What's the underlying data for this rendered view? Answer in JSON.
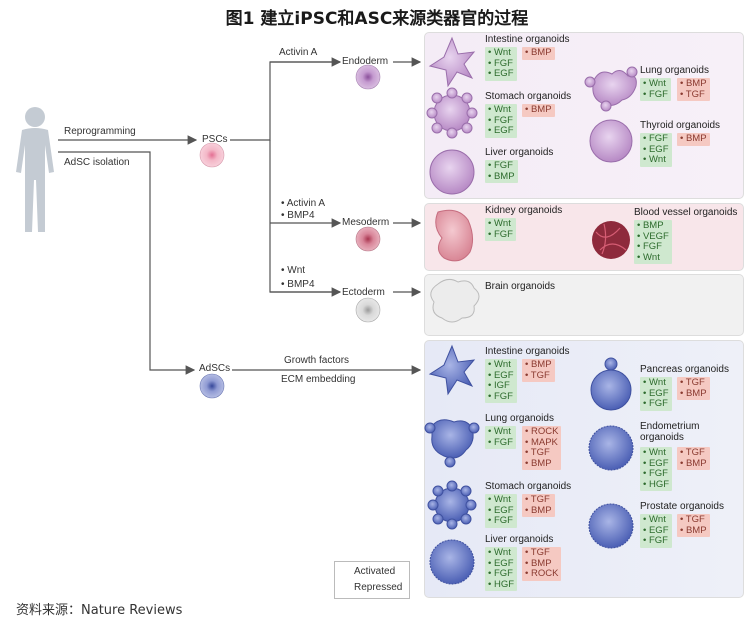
{
  "title": "图1 建立iPSC和ASC来源类器官的过程",
  "source": "资料来源：Nature Reviews",
  "colors": {
    "activated": "#cfe8cf",
    "repressed": "#f5c9c2",
    "arrow": "#555555"
  },
  "flow": {
    "reprogramming": "Reprogramming",
    "adsc_isolation": "AdSC isolation",
    "pscs": "PSCs",
    "adscs": "AdSCs",
    "activin_a": "Activin A",
    "endoderm": "Endoderm",
    "meso_factor1": "Activin A",
    "meso_factor2": "BMP4",
    "mesoderm": "Mesoderm",
    "ecto_factor1": "Wnt",
    "ecto_factor2": "BMP4",
    "ectoderm": "Ectoderm",
    "growth_factors": "Growth factors",
    "ecm_embedding": "ECM embedding"
  },
  "organoids": {
    "endo_intestine": {
      "name": "Intestine organoids",
      "activated": [
        "Wnt",
        "FGF",
        "EGF"
      ],
      "repressed": [
        "BMP"
      ]
    },
    "endo_stomach": {
      "name": "Stomach organoids",
      "activated": [
        "Wnt",
        "FGF",
        "EGF"
      ],
      "repressed": [
        "BMP"
      ]
    },
    "endo_liver": {
      "name": "Liver organoids",
      "activated": [
        "FGF",
        "BMP"
      ],
      "repressed": []
    },
    "endo_lung": {
      "name": "Lung organoids",
      "activated": [
        "Wnt",
        "FGF"
      ],
      "repressed": [
        "BMP",
        "TGF"
      ]
    },
    "endo_thyroid": {
      "name": "Thyroid organoids",
      "activated": [
        "FGF",
        "EGF",
        "Wnt"
      ],
      "repressed": [
        "BMP"
      ]
    },
    "meso_kidney": {
      "name": "Kidney organoids",
      "activated": [
        "Wnt",
        "FGF"
      ],
      "repressed": []
    },
    "meso_vessel": {
      "name": "Blood vessel organoids",
      "activated": [
        "BMP",
        "VEGF",
        "FGF",
        "Wnt"
      ],
      "repressed": []
    },
    "ecto_brain": {
      "name": "Brain organoids",
      "activated": [],
      "repressed": []
    },
    "ad_intestine": {
      "name": "Intestine organoids",
      "activated": [
        "Wnt",
        "EGF",
        "IGF",
        "FGF"
      ],
      "repressed": [
        "BMP",
        "TGF"
      ]
    },
    "ad_lung": {
      "name": "Lung organoids",
      "activated": [
        "Wnt",
        "FGF"
      ],
      "repressed": [
        "ROCK",
        "MAPK",
        "TGF",
        "BMP"
      ]
    },
    "ad_stomach": {
      "name": "Stomach organoids",
      "activated": [
        "Wnt",
        "EGF",
        "FGF"
      ],
      "repressed": [
        "TGF",
        "BMP"
      ]
    },
    "ad_liver": {
      "name": "Liver organoids",
      "activated": [
        "Wnt",
        "EGF",
        "FGF",
        "HGF"
      ],
      "repressed": [
        "TGF",
        "BMP",
        "ROCK"
      ]
    },
    "ad_pancreas": {
      "name": "Pancreas organoids",
      "activated": [
        "Wnt",
        "EGF",
        "FGF"
      ],
      "repressed": [
        "TGF",
        "BMP"
      ]
    },
    "ad_endometrium": {
      "name": "Endometrium organoids",
      "activated": [
        "Wnt",
        "EGF",
        "FGF",
        "HGF"
      ],
      "repressed": [
        "TGF",
        "BMP"
      ]
    },
    "ad_prostate": {
      "name": "Prostate organoids",
      "activated": [
        "Wnt",
        "EGF",
        "FGF"
      ],
      "repressed": [
        "TGF",
        "BMP"
      ]
    }
  },
  "legend": {
    "activated": "Activated",
    "repressed": "Repressed"
  }
}
